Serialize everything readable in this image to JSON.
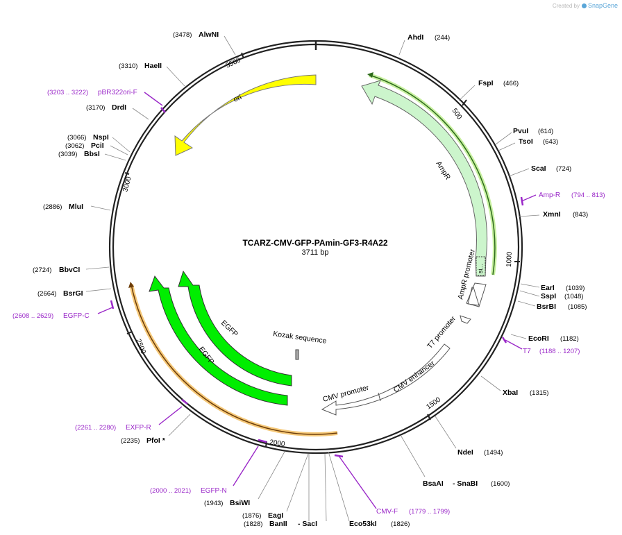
{
  "header": {
    "credit_prefix": "Created by",
    "credit_brand": "SnapGene"
  },
  "plasmid": {
    "name": "TCARZ-CMV-GFP-PAmin-GF3-R4A22",
    "size_label": "3711 bp",
    "length": 3711
  },
  "ticks": [
    "500",
    "1000",
    "1500",
    "2000",
    "2500",
    "3000",
    "3500"
  ],
  "features": [
    {
      "name": "ori",
      "color": "#ffff00"
    },
    {
      "name": "AmpR",
      "color": "#ccf5cc"
    },
    {
      "name": "AmpR promoter",
      "color": "#ffffff"
    },
    {
      "name": "si...",
      "color": "#ccf5cc"
    },
    {
      "name": "T7 promoter",
      "color": "#ffffff"
    },
    {
      "name": "CMV enhancer",
      "color": "#ffffff"
    },
    {
      "name": "CMV promoter",
      "color": "#ffffff"
    },
    {
      "name": "EGFP",
      "color": "#00ee00"
    },
    {
      "name": "EGFP",
      "color": "#00ee00"
    },
    {
      "name": "Kozak sequence",
      "color": "#888888"
    }
  ],
  "sites": [
    {
      "name": "AhdI",
      "pos": "(244)"
    },
    {
      "name": "FspI",
      "pos": "(466)"
    },
    {
      "name": "PvuI",
      "pos": "(614)"
    },
    {
      "name": "TsoI",
      "pos": "(643)"
    },
    {
      "name": "ScaI",
      "pos": "(724)"
    },
    {
      "name": "XmnI",
      "pos": "(843)"
    },
    {
      "name": "EarI",
      "pos": "(1039)"
    },
    {
      "name": "SspI",
      "pos": "(1048)"
    },
    {
      "name": "BsrBI",
      "pos": "(1085)"
    },
    {
      "name": "EcoRI",
      "pos": "(1182)"
    },
    {
      "name": "XbaI",
      "pos": "(1315)"
    },
    {
      "name": "NdeI",
      "pos": "(1494)"
    },
    {
      "name": "BsaAI",
      "pos": "",
      "name2": "- SnaBI",
      "pos2": "(1600)"
    },
    {
      "name": "Eco53kI",
      "pos": "(1826)"
    },
    {
      "name": "BanII",
      "pos": "(1828)",
      "pre": true,
      "name2": "- SacI"
    },
    {
      "name": "EagI",
      "pos": "(1876)",
      "pre": true
    },
    {
      "name": "BsiWI",
      "pos": "(1943)",
      "pre": true
    },
    {
      "name": "PfoI *",
      "pos": "(2235)",
      "pre": true
    },
    {
      "name": "BsrGI",
      "pos": "(2664)",
      "pre": true
    },
    {
      "name": "BbvCI",
      "pos": "(2724)",
      "pre": true
    },
    {
      "name": "MluI",
      "pos": "(2886)",
      "pre": true
    },
    {
      "name": "BbsI",
      "pos": "(3039)",
      "pre": true
    },
    {
      "name": "PciI",
      "pos": "(3062)",
      "pre": true
    },
    {
      "name": "NspI",
      "pos": "(3066)",
      "pre": true
    },
    {
      "name": "DrdI",
      "pos": "(3170)",
      "pre": true
    },
    {
      "name": "HaeII",
      "pos": "(3310)",
      "pre": true
    },
    {
      "name": "AlwNI",
      "pos": "(3478)",
      "pre": true
    }
  ],
  "primers": [
    {
      "name": "Amp-R",
      "pos": "(794 .. 813)"
    },
    {
      "name": "T7",
      "pos": "(1188 .. 1207)"
    },
    {
      "name": "CMV-F",
      "pos": "(1779 .. 1799)"
    },
    {
      "name": "EGFP-N",
      "pos": "(2000 .. 2021)",
      "pre": true
    },
    {
      "name": "EXFP-R",
      "pos": "(2261 .. 2280)",
      "pre": true
    },
    {
      "name": "EGFP-C",
      "pos": "(2608 .. 2629)",
      "pre": true
    },
    {
      "name": "pBR322ori-F",
      "pos": "(3203 .. 3222)",
      "pre": true
    }
  ],
  "colors": {
    "backbone": "#222222",
    "primer": "#9a28c8",
    "label_line": "#777777"
  }
}
